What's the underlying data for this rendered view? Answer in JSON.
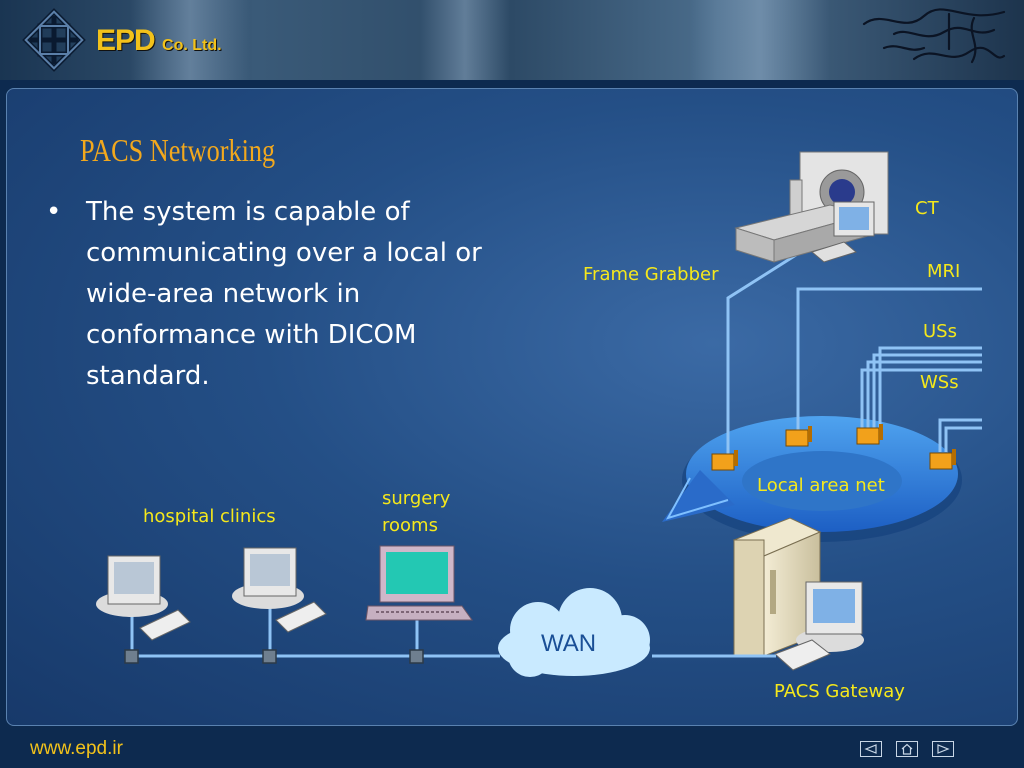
{
  "header": {
    "brand": "EPD",
    "brand_suffix": "Co. Ltd."
  },
  "slide": {
    "title": "PACS Networking",
    "bullet": "The system is capable of communicating over a local or wide-area network in conformance with DICOM standard."
  },
  "diagram": {
    "labels": {
      "ct": "CT",
      "frame_grabber": "Frame Grabber",
      "mri": "MRI",
      "uss": "USs",
      "wss": "WSs",
      "local_area_net": "Local area net",
      "surgery_rooms_line1": "surgery",
      "surgery_rooms_line2": "rooms",
      "hospital_clinics": "hospital clinics",
      "wan": "WAN",
      "pacs_gateway": "PACS Gateway"
    }
  },
  "footer": {
    "url": "www.epd.ir"
  },
  "colors": {
    "label_yellow": "#f5e81b",
    "title_orange": "#f2a81d",
    "brand_gold": "#f2c21b",
    "line_blue": "#8fc3f5"
  },
  "icons": [
    "logo-mark-icon",
    "signature-icon",
    "prev-slide-icon",
    "home-icon",
    "next-slide-icon"
  ]
}
